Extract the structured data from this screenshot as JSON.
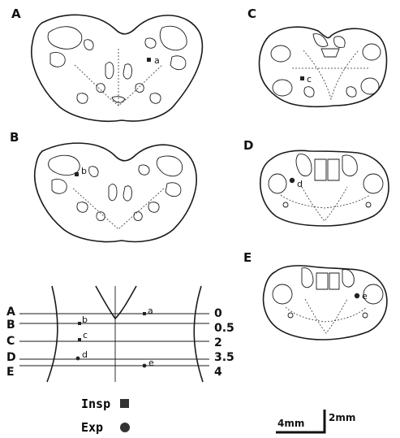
{
  "panels": {
    "A": {
      "letter": "A",
      "site": "a"
    },
    "B": {
      "letter": "B",
      "site": "b"
    },
    "C": {
      "letter": "C",
      "site": "c"
    },
    "D": {
      "letter": "D",
      "site": "d"
    },
    "E": {
      "letter": "E",
      "site": "e"
    }
  },
  "levels": [
    {
      "letter": "A",
      "value": "0",
      "site": "a"
    },
    {
      "letter": "B",
      "value": "0.5",
      "site": "b"
    },
    {
      "letter": "C",
      "value": "2",
      "site": "c"
    },
    {
      "letter": "D",
      "value": "3.5",
      "site": "d"
    },
    {
      "letter": "E",
      "value": "4",
      "site": "e"
    }
  ],
  "legend": {
    "insp": "Insp",
    "exp": "Exp"
  },
  "scale": {
    "horizontal": "4mm",
    "vertical": "2mm"
  }
}
